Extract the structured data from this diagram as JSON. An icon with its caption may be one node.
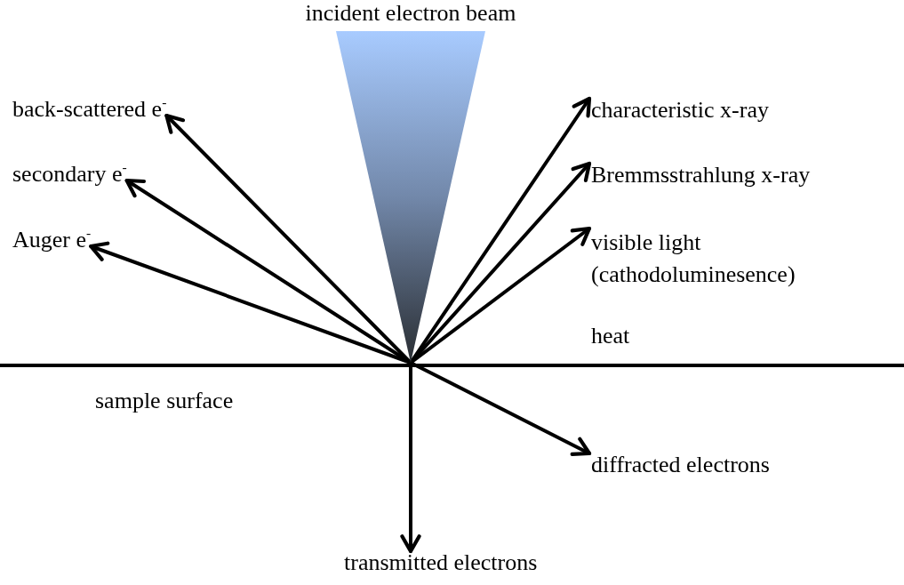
{
  "diagram": {
    "nodes": [
      {
        "text": [
          "incident electron beam"
        ]
      },
      {
        "text": [
          "back-scattered e$^{-}$"
        ]
      },
      {
        "text": [
          "secondary e$^{-}$"
        ]
      },
      {
        "text": [
          "Auger e$^{-}$"
        ]
      },
      {
        "text": [
          "characteristic x-ray"
        ]
      },
      {
        "text": [
          "Bremmsstrahlung x-ray"
        ]
      },
      {
        "text": [
          "visible light (cathodoluminesence)"
        ]
      },
      {
        "text": [
          "diffracted electrons"
        ]
      },
      {
        "text": [
          "transmitted electrons"
        ]
      }
    ],
    "edges": [
      {
        "from": 0,
        "to": 1,
        "arrow": "to"
      },
      {
        "from": 0,
        "to": 2,
        "arrow": "to"
      },
      {
        "from": 0,
        "to": 3,
        "arrow": "to"
      },
      {
        "from": 0,
        "to": 4,
        "arrow": "to"
      },
      {
        "from": 0,
        "to": 5,
        "arrow": "to"
      },
      {
        "from": 0,
        "to": 6,
        "arrow": "to"
      },
      {
        "from": 0,
        "to": 7,
        "arrow": "to"
      },
      {
        "from": 0,
        "to": 8,
        "arrow": "to"
      }
    ],
    "labels": [
      "heat",
      "sample surface"
    ]
  }
}
